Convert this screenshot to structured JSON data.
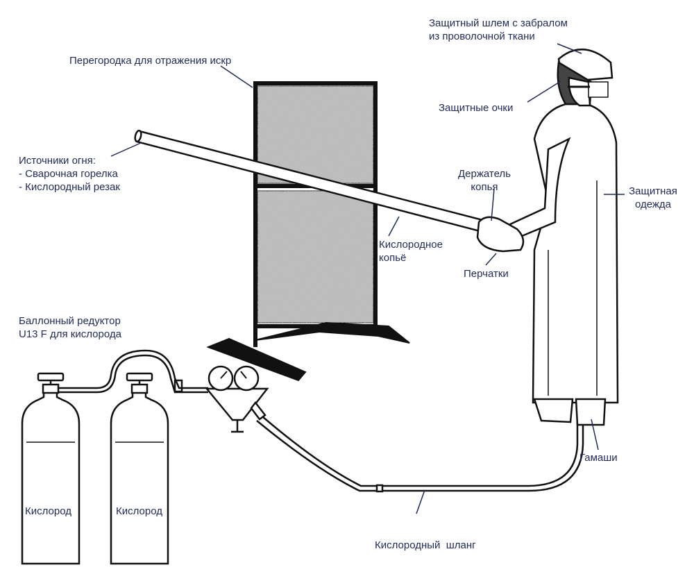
{
  "labels": {
    "helmet": [
      "Защитный шлем с забралом",
      "из проволочной ткани"
    ],
    "screen": "Перегородка для отражения искр",
    "goggles": "Защитные очки",
    "fire_sources": [
      "Источники огня:",
      "- Сварочная горелка",
      "- Кислородный резак"
    ],
    "lance_holder": [
      "Держатель",
      "копья"
    ],
    "clothing": [
      "Защитная",
      "одежда"
    ],
    "lance": [
      "Кислородное",
      "копьё"
    ],
    "gloves": "Перчатки",
    "regulator": [
      "Баллонный редуктор",
      "U13 F для кислорода"
    ],
    "cylinder_left": "Кислород",
    "cylinder_right": "Кислород",
    "gaiters": "Гамаши",
    "hose": "Кислородный  шланг"
  }
}
